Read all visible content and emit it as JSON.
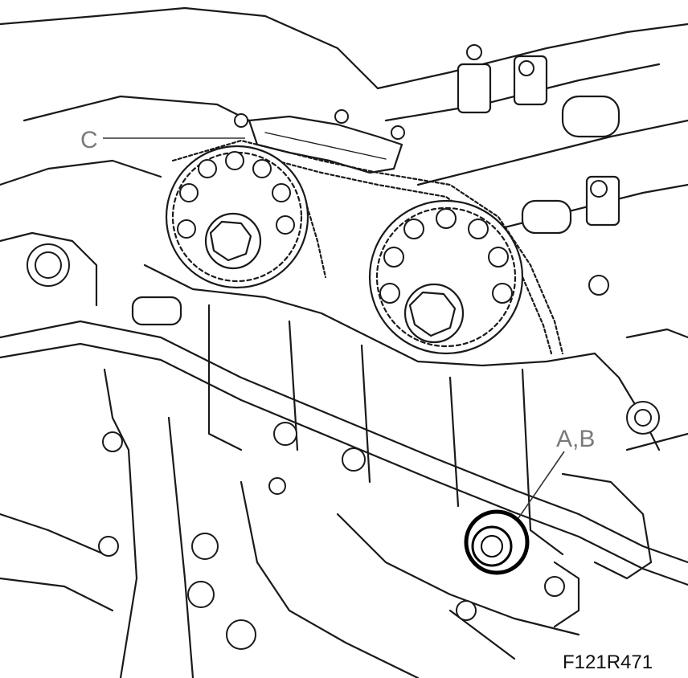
{
  "callouts": {
    "c": "C",
    "ab": "A,B"
  },
  "figure_ref": "F121R471",
  "colors": {
    "line": "#1a1a1a",
    "label": "#7a7a7a",
    "background": "#ffffff"
  }
}
